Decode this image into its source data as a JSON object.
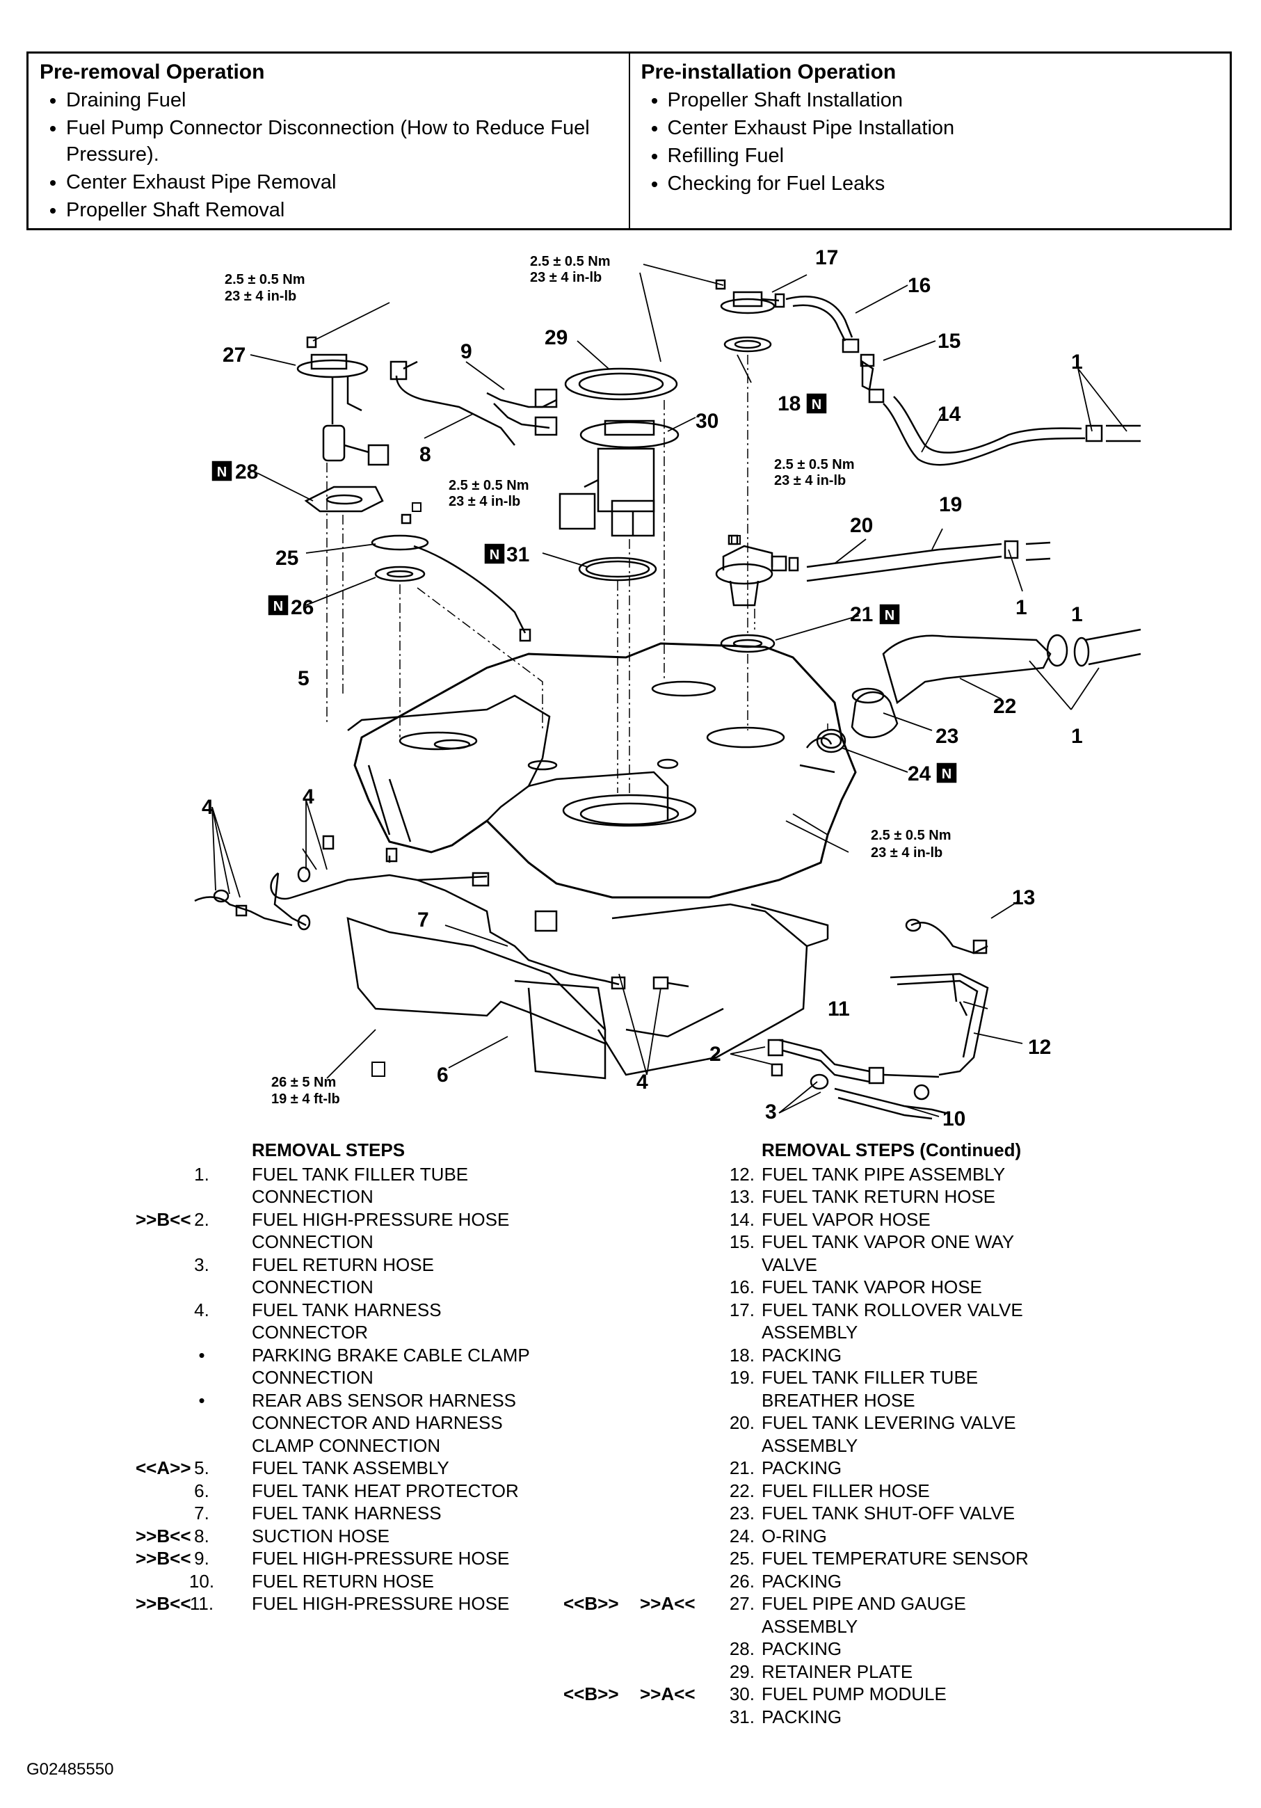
{
  "pre_removal": {
    "title": "Pre-removal Operation",
    "items": [
      "Draining Fuel",
      "Fuel Pump Connector Disconnection (How to Reduce Fuel Pressure).",
      "Center Exhaust Pipe Removal",
      "Propeller Shaft Removal"
    ]
  },
  "pre_installation": {
    "title": "Pre-installation Operation",
    "items": [
      "Propeller Shaft Installation",
      "Center Exhaust Pipe Installation",
      "Refilling Fuel",
      "Checking for Fuel Leaks"
    ]
  },
  "diagram": {
    "torques": {
      "t27": [
        "2.5 ± 0.5 Nm",
        "23 ± 4 in-lb"
      ],
      "t_top": [
        "2.5 ± 0.5 Nm",
        "23 ± 4 in-lb"
      ],
      "t25": [
        "2.5 ± 0.5 Nm",
        "23 ± 4 in-lb"
      ],
      "t20": [
        "2.5 ± 0.5 Nm",
        "23 ± 4 in-lb"
      ],
      "t_tank": [
        "2.5 ± 0.5 Nm",
        "23 ± 4 in-lb"
      ],
      "t6": [
        "26 ± 5 Nm",
        "19 ± 4 ft-lb"
      ]
    },
    "callouts": {
      "c1a": "1",
      "c1b": "1",
      "c1c": "1",
      "c2": "2",
      "c3": "3",
      "c4a": "4",
      "c4b": "4",
      "c4c": "4",
      "c5": "5",
      "c6": "6",
      "c7": "7",
      "c8": "8",
      "c9": "9",
      "c10": "10",
      "c11": "11",
      "c12": "12",
      "c13": "13",
      "c14": "14",
      "c15": "15",
      "c16": "16",
      "c17": "17",
      "c18": "18",
      "c19": "19",
      "c20": "20",
      "c21": "21",
      "c22": "22",
      "c23": "23",
      "c24": "24",
      "c25": "25",
      "c26": "26",
      "c27": "27",
      "c28": "28",
      "c29": "29",
      "c30": "30",
      "c31": "31"
    },
    "new_part_mark": "N"
  },
  "removal_steps": {
    "title": "REMOVAL STEPS",
    "title_continued": "REMOVAL STEPS (Continued)",
    "left": [
      {
        "mark": "",
        "num": "1.",
        "lines": [
          "FUEL TANK FILLER TUBE",
          "CONNECTION"
        ]
      },
      {
        "mark": ">>B<<",
        "num": "2.",
        "lines": [
          "FUEL HIGH-PRESSURE HOSE",
          "CONNECTION"
        ]
      },
      {
        "mark": "",
        "num": "3.",
        "lines": [
          "FUEL RETURN HOSE",
          "CONNECTION"
        ]
      },
      {
        "mark": "",
        "num": "4.",
        "lines": [
          "FUEL TANK HARNESS",
          "CONNECTOR"
        ]
      },
      {
        "mark": "",
        "num": "•",
        "lines": [
          "PARKING BRAKE CABLE CLAMP",
          "CONNECTION"
        ]
      },
      {
        "mark": "",
        "num": "•",
        "lines": [
          "REAR ABS SENSOR HARNESS",
          "CONNECTOR AND HARNESS",
          "CLAMP CONNECTION"
        ]
      },
      {
        "mark": "<<A>>",
        "num": "5.",
        "lines": [
          "FUEL TANK ASSEMBLY"
        ]
      },
      {
        "mark": "",
        "num": "6.",
        "lines": [
          "FUEL TANK HEAT PROTECTOR"
        ]
      },
      {
        "mark": "",
        "num": "7.",
        "lines": [
          "FUEL TANK HARNESS"
        ]
      },
      {
        "mark": ">>B<<",
        "num": "8.",
        "lines": [
          "SUCTION HOSE"
        ]
      },
      {
        "mark": ">>B<<",
        "num": "9.",
        "lines": [
          "FUEL HIGH-PRESSURE HOSE"
        ]
      },
      {
        "mark": "",
        "num": "10.",
        "lines": [
          "FUEL RETURN HOSE"
        ]
      },
      {
        "mark": ">>B<<",
        "num": "11.",
        "lines": [
          "FUEL HIGH-PRESSURE HOSE"
        ]
      }
    ],
    "right": [
      {
        "mark1": "",
        "mark2": "",
        "num": "12.",
        "lines": [
          "FUEL TANK PIPE ASSEMBLY"
        ]
      },
      {
        "mark1": "",
        "mark2": "",
        "num": "13.",
        "lines": [
          "FUEL TANK RETURN HOSE"
        ]
      },
      {
        "mark1": "",
        "mark2": "",
        "num": "14.",
        "lines": [
          "FUEL VAPOR HOSE"
        ]
      },
      {
        "mark1": "",
        "mark2": "",
        "num": "15.",
        "lines": [
          "FUEL TANK VAPOR ONE WAY",
          "VALVE"
        ]
      },
      {
        "mark1": "",
        "mark2": "",
        "num": "16.",
        "lines": [
          "FUEL TANK VAPOR HOSE"
        ]
      },
      {
        "mark1": "",
        "mark2": "",
        "num": "17.",
        "lines": [
          "FUEL TANK ROLLOVER VALVE",
          "ASSEMBLY"
        ]
      },
      {
        "mark1": "",
        "mark2": "",
        "num": "18.",
        "lines": [
          "PACKING"
        ]
      },
      {
        "mark1": "",
        "mark2": "",
        "num": "19.",
        "lines": [
          "FUEL TANK FILLER TUBE",
          "BREATHER HOSE"
        ]
      },
      {
        "mark1": "",
        "mark2": "",
        "num": "20.",
        "lines": [
          "FUEL TANK LEVERING VALVE",
          "ASSEMBLY"
        ]
      },
      {
        "mark1": "",
        "mark2": "",
        "num": "21.",
        "lines": [
          "PACKING"
        ]
      },
      {
        "mark1": "",
        "mark2": "",
        "num": "22.",
        "lines": [
          "FUEL FILLER HOSE"
        ]
      },
      {
        "mark1": "",
        "mark2": "",
        "num": "23.",
        "lines": [
          "FUEL TANK SHUT-OFF VALVE"
        ]
      },
      {
        "mark1": "",
        "mark2": "",
        "num": "24.",
        "lines": [
          "O-RING"
        ]
      },
      {
        "mark1": "",
        "mark2": "",
        "num": "25.",
        "lines": [
          "FUEL TEMPERATURE SENSOR"
        ]
      },
      {
        "mark1": "",
        "mark2": "",
        "num": "26.",
        "lines": [
          "PACKING"
        ]
      },
      {
        "mark1": "<<B>>",
        "mark2": ">>A<<",
        "num": "27.",
        "lines": [
          "FUEL PIPE AND GAUGE",
          "ASSEMBLY"
        ]
      },
      {
        "mark1": "",
        "mark2": "",
        "num": "28.",
        "lines": [
          "PACKING"
        ]
      },
      {
        "mark1": "",
        "mark2": "",
        "num": "29.",
        "lines": [
          "RETAINER PLATE"
        ]
      },
      {
        "mark1": "<<B>>",
        "mark2": ">>A<<",
        "num": "30.",
        "lines": [
          "FUEL PUMP MODULE"
        ]
      },
      {
        "mark1": "",
        "mark2": "",
        "num": "31.",
        "lines": [
          "PACKING"
        ]
      }
    ]
  },
  "figure_id": "G02485550"
}
